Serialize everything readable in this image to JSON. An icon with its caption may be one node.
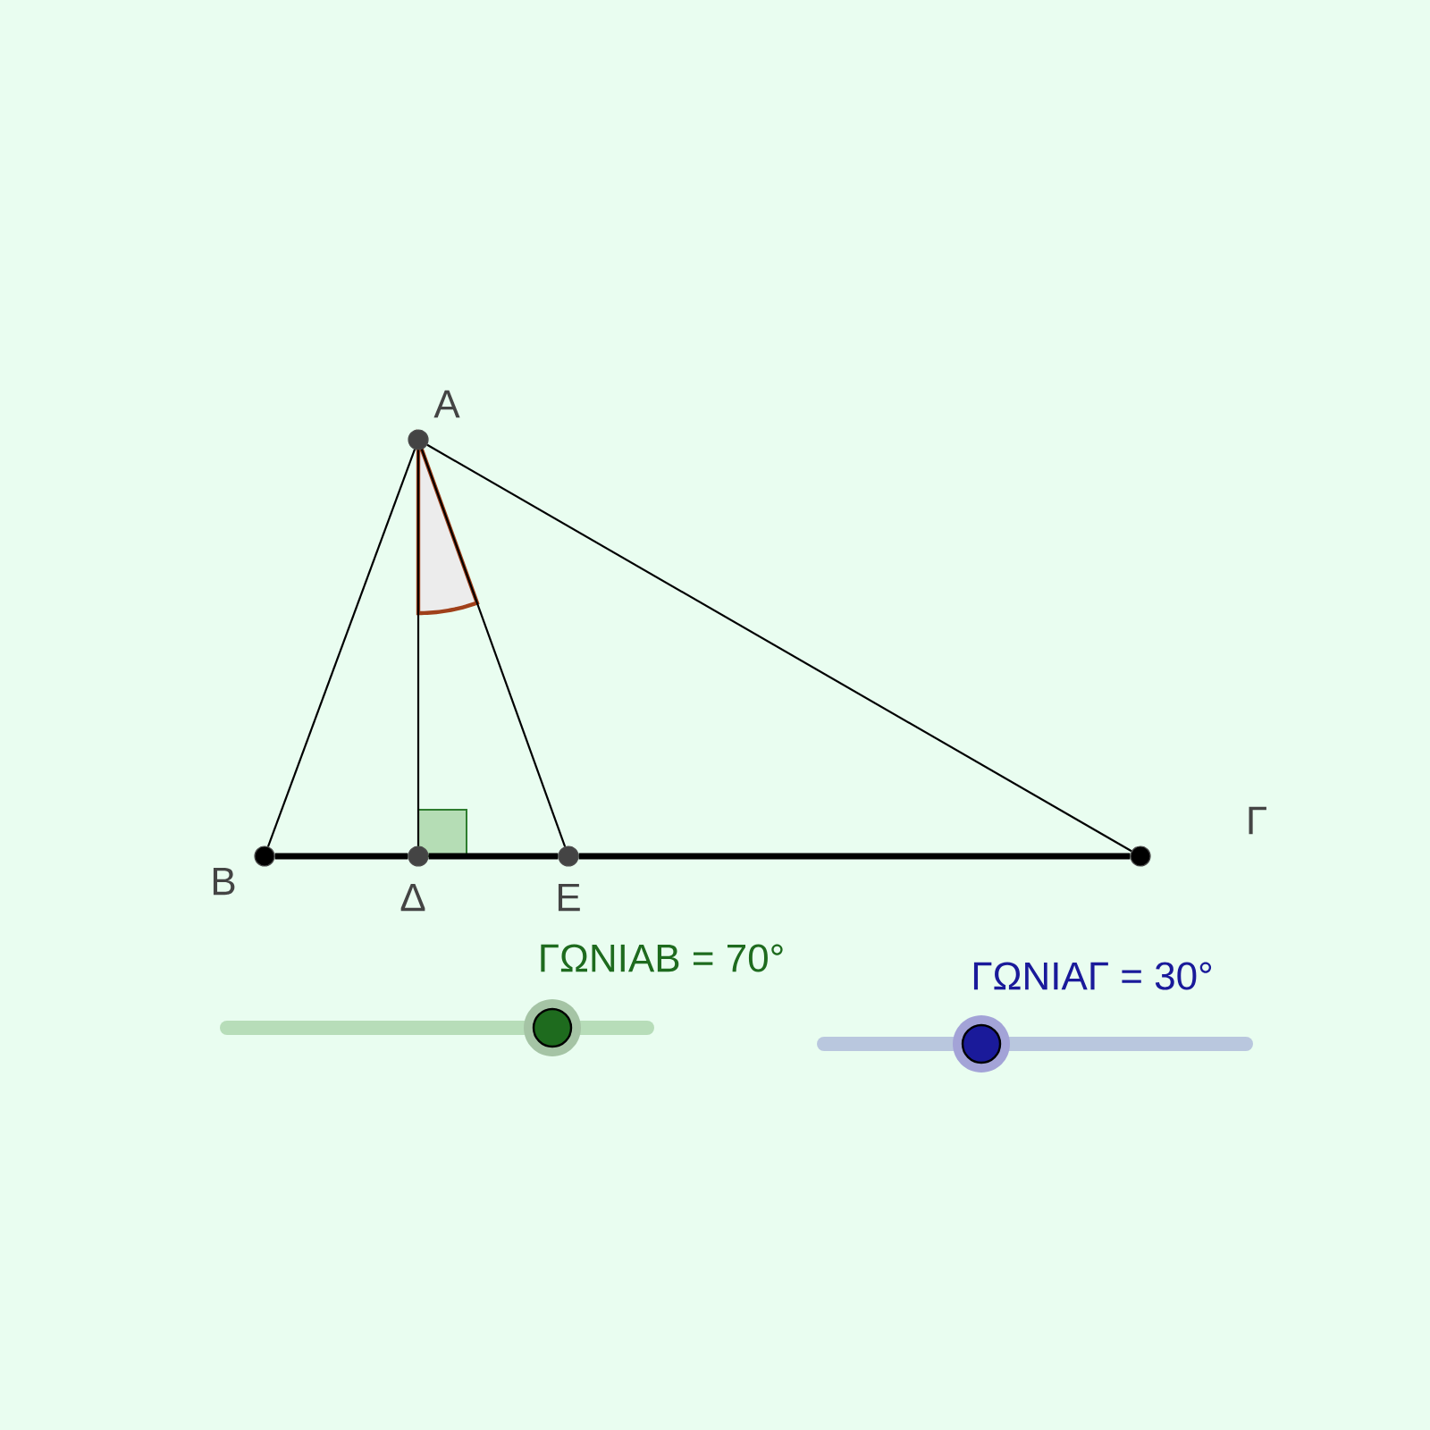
{
  "diagram": {
    "nodes": [
      {
        "text": [],
        "shape": "circle",
        "beside": [
          "A"
        ]
      },
      {
        "text": [],
        "shape": "circle",
        "beside": [
          "B"
        ]
      },
      {
        "text": [],
        "shape": "circle",
        "beside": [
          "Δ"
        ]
      },
      {
        "text": [],
        "shape": "circle",
        "beside": [
          "Ε"
        ]
      },
      {
        "text": [],
        "shape": "circle",
        "beside": [
          "Γ"
        ]
      }
    ],
    "edges": [
      {
        "from": 0,
        "to": 1,
        "arrow": "none"
      },
      {
        "from": 0,
        "to": 2,
        "arrow": "none"
      },
      {
        "from": 0,
        "to": 3,
        "arrow": "none"
      },
      {
        "from": 0,
        "to": 4,
        "arrow": "none"
      },
      {
        "from": 1,
        "to": 2,
        "arrow": "none",
        "style": "thick"
      },
      {
        "from": 2,
        "to": 3,
        "arrow": "none",
        "style": "thick"
      },
      {
        "from": 3,
        "to": 4,
        "arrow": "none",
        "style": "thick"
      }
    ],
    "labels": [
      "ΓΩΝΙΑΒ = 70°",
      "ΓΩΝΙΑΓ = 30°"
    ]
  }
}
